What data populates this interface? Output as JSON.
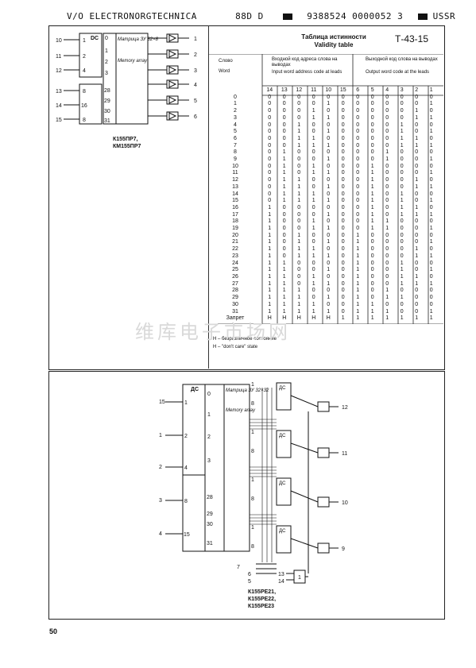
{
  "header": {
    "left": "V/O ELECTRONORGTECHNICA",
    "code1": "88D D",
    "code2": "9388524 0000052 3",
    "right": "USSR"
  },
  "top_diagram": {
    "chip_label": "К155ПР7,",
    "chip_label2": "КМ155ПР7",
    "dc": "DC",
    "memory_ru": "Матрица ЗУ 32×8",
    "memory_en": "Memory array",
    "input_pins": [
      "10",
      "11",
      "12",
      "13",
      "14",
      "15"
    ],
    "dc_inputs": [
      "1",
      "2",
      "4",
      "8",
      "16",
      "8"
    ],
    "dc_outputs": [
      "0",
      "1",
      "2",
      "3",
      "28",
      "29",
      "30",
      "31"
    ],
    "output_pins": [
      "1",
      "2",
      "3",
      "4",
      "5",
      "6"
    ]
  },
  "table": {
    "title_ru": "Таблица истинности",
    "title_en": "Validity table",
    "code": "Т-43-15",
    "col_word_ru": "Слово",
    "col_word_en": "Word",
    "in_head_ru": "Входной код адреса слова на выводах",
    "in_head_en": "Input word address code at leads",
    "out_head_ru": "Выходной код слова на выводах",
    "out_head_en": "Output word code at the leads",
    "in_cols": [
      "14",
      "13",
      "12",
      "11",
      "10",
      "15"
    ],
    "out_cols": [
      "6",
      "5",
      "4",
      "3",
      "2",
      "1"
    ],
    "rows": [
      [
        "0",
        "0",
        "0",
        "0",
        "0",
        "0",
        "0",
        "0",
        "0",
        "0",
        "0",
        "0",
        "0"
      ],
      [
        "1",
        "0",
        "0",
        "0",
        "0",
        "1",
        "0",
        "0",
        "0",
        "0",
        "0",
        "0",
        "1"
      ],
      [
        "2",
        "0",
        "0",
        "0",
        "1",
        "0",
        "0",
        "0",
        "0",
        "0",
        "0",
        "1",
        "0"
      ],
      [
        "3",
        "0",
        "0",
        "0",
        "1",
        "1",
        "0",
        "0",
        "0",
        "0",
        "0",
        "1",
        "1"
      ],
      [
        "4",
        "0",
        "0",
        "1",
        "0",
        "0",
        "0",
        "0",
        "0",
        "0",
        "1",
        "0",
        "0"
      ],
      [
        "5",
        "0",
        "0",
        "1",
        "0",
        "1",
        "0",
        "0",
        "0",
        "0",
        "1",
        "0",
        "1"
      ],
      [
        "6",
        "0",
        "0",
        "1",
        "1",
        "0",
        "0",
        "0",
        "0",
        "0",
        "1",
        "1",
        "0"
      ],
      [
        "7",
        "0",
        "0",
        "1",
        "1",
        "1",
        "0",
        "0",
        "0",
        "0",
        "1",
        "1",
        "1"
      ],
      [
        "8",
        "0",
        "1",
        "0",
        "0",
        "0",
        "0",
        "0",
        "0",
        "1",
        "0",
        "0",
        "0"
      ],
      [
        "9",
        "0",
        "1",
        "0",
        "0",
        "1",
        "0",
        "0",
        "0",
        "1",
        "0",
        "0",
        "1"
      ],
      [
        "10",
        "0",
        "1",
        "0",
        "1",
        "0",
        "0",
        "0",
        "1",
        "0",
        "0",
        "0",
        "0"
      ],
      [
        "11",
        "0",
        "1",
        "0",
        "1",
        "1",
        "0",
        "0",
        "1",
        "0",
        "0",
        "0",
        "1"
      ],
      [
        "12",
        "0",
        "1",
        "1",
        "0",
        "0",
        "0",
        "0",
        "1",
        "0",
        "0",
        "1",
        "0"
      ],
      [
        "13",
        "0",
        "1",
        "1",
        "0",
        "1",
        "0",
        "0",
        "1",
        "0",
        "0",
        "1",
        "1"
      ],
      [
        "14",
        "0",
        "1",
        "1",
        "1",
        "0",
        "0",
        "0",
        "1",
        "0",
        "1",
        "0",
        "0"
      ],
      [
        "15",
        "0",
        "1",
        "1",
        "1",
        "1",
        "0",
        "0",
        "1",
        "0",
        "1",
        "0",
        "1"
      ],
      [
        "16",
        "1",
        "0",
        "0",
        "0",
        "0",
        "0",
        "0",
        "1",
        "0",
        "1",
        "1",
        "0"
      ],
      [
        "17",
        "1",
        "0",
        "0",
        "0",
        "1",
        "0",
        "0",
        "1",
        "0",
        "1",
        "1",
        "1"
      ],
      [
        "18",
        "1",
        "0",
        "0",
        "1",
        "0",
        "0",
        "0",
        "1",
        "1",
        "0",
        "0",
        "0"
      ],
      [
        "19",
        "1",
        "0",
        "0",
        "1",
        "1",
        "0",
        "0",
        "1",
        "1",
        "0",
        "0",
        "1"
      ],
      [
        "20",
        "1",
        "0",
        "1",
        "0",
        "0",
        "0",
        "1",
        "0",
        "0",
        "0",
        "0",
        "0"
      ],
      [
        "21",
        "1",
        "0",
        "1",
        "0",
        "1",
        "0",
        "1",
        "0",
        "0",
        "0",
        "0",
        "1"
      ],
      [
        "22",
        "1",
        "0",
        "1",
        "1",
        "0",
        "0",
        "1",
        "0",
        "0",
        "0",
        "1",
        "0"
      ],
      [
        "23",
        "1",
        "0",
        "1",
        "1",
        "1",
        "0",
        "1",
        "0",
        "0",
        "0",
        "1",
        "1"
      ],
      [
        "24",
        "1",
        "1",
        "0",
        "0",
        "0",
        "0",
        "1",
        "0",
        "0",
        "1",
        "0",
        "0"
      ],
      [
        "25",
        "1",
        "1",
        "0",
        "0",
        "1",
        "0",
        "1",
        "0",
        "0",
        "1",
        "0",
        "1"
      ],
      [
        "26",
        "1",
        "1",
        "0",
        "1",
        "0",
        "0",
        "1",
        "0",
        "0",
        "1",
        "1",
        "0"
      ],
      [
        "27",
        "1",
        "1",
        "0",
        "1",
        "1",
        "0",
        "1",
        "0",
        "0",
        "1",
        "1",
        "1"
      ],
      [
        "28",
        "1",
        "1",
        "1",
        "0",
        "0",
        "0",
        "1",
        "0",
        "1",
        "0",
        "0",
        "0"
      ],
      [
        "29",
        "1",
        "1",
        "1",
        "0",
        "1",
        "0",
        "1",
        "0",
        "1",
        "1",
        "0",
        "0"
      ],
      [
        "30",
        "1",
        "1",
        "1",
        "1",
        "0",
        "0",
        "1",
        "1",
        "0",
        "0",
        "0",
        "0"
      ],
      [
        "31",
        "1",
        "1",
        "1",
        "1",
        "1",
        "0",
        "1",
        "1",
        "1",
        "0",
        "0",
        "1"
      ],
      [
        "Запрет",
        "H",
        "H",
        "H",
        "H",
        "H",
        "1",
        "1",
        "1",
        "1",
        "1",
        "1",
        "1"
      ]
    ],
    "note_ru": "Н – безразличное состояние",
    "note_en": "H – \"don't care\" state"
  },
  "watermark": "维库电子市场网",
  "bottom_diagram": {
    "dc": "ДС",
    "memory_ru": "Матрица ЗУ 32×32",
    "memory_en": "Memory array",
    "left_pins": [
      "15",
      "1",
      "2",
      "3",
      "4"
    ],
    "dc_inputs": [
      "1",
      "2",
      "4",
      "8",
      "15"
    ],
    "dc_outputs": [
      "0",
      "1",
      "2",
      "3",
      "28",
      "29",
      "30",
      "31"
    ],
    "mux_labels": [
      "ДС",
      "ДС",
      "ДС",
      "ДС"
    ],
    "mux_nums": [
      "1",
      "8"
    ],
    "outputs": [
      "12",
      "11",
      "10",
      "9"
    ],
    "bottom_pins": [
      "7",
      "6",
      "5"
    ],
    "enable_pins": [
      "13",
      "14"
    ],
    "gate": "1",
    "chip_labels": [
      "К155РЕ21,",
      "К155РЕ22,",
      "К155РЕ23"
    ]
  },
  "page_number": "50"
}
